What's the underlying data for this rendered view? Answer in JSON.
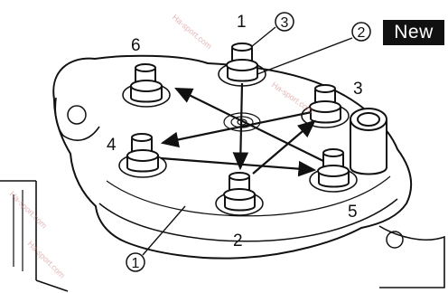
{
  "badge": {
    "label": "New"
  },
  "order_labels": [
    "1",
    "2",
    "3",
    "4",
    "5",
    "6"
  ],
  "callouts": [
    "1",
    "2",
    "3"
  ],
  "watermarks": [
    "Ha-sport.com",
    "Ha-sport.com",
    "Ha-sport.com",
    "Ha-sport.com"
  ]
}
